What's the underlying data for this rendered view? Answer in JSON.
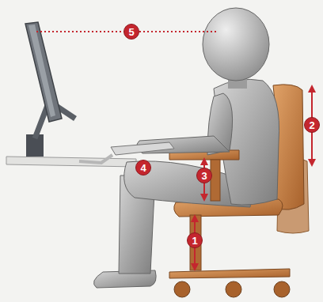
{
  "diagram": {
    "labels": [
      "5",
      "2",
      "4",
      "3",
      "1"
    ]
  }
}
